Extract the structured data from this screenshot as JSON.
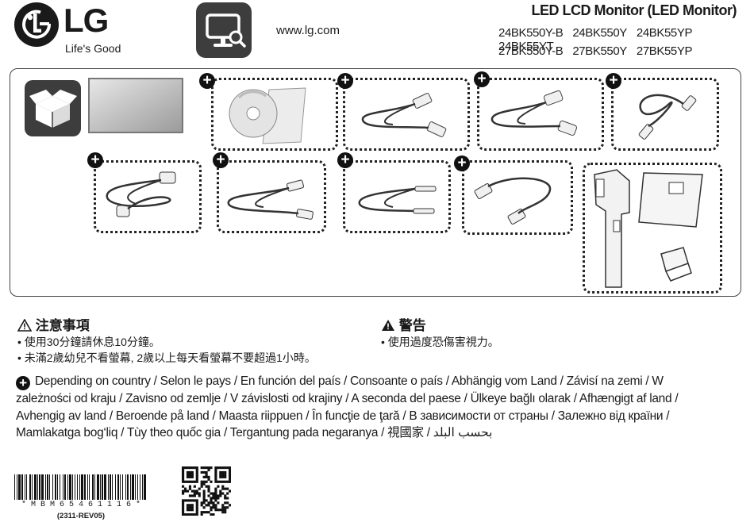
{
  "header": {
    "logo_text": "LG",
    "tagline": "Life's Good",
    "website": "www.lg.com",
    "product_title": "LED LCD Monitor (LED Monitor)",
    "models_row1": [
      "24BK550Y-B",
      "24BK550Y",
      "24BK55YP",
      "24BK55YT"
    ],
    "models_row2": [
      "27BK550Y-B",
      "27BK550Y",
      "27BK55YP"
    ]
  },
  "optional_marker": "+",
  "caution": {
    "title": "注意事項",
    "items": [
      "• 使用30分鐘請休息10分鐘。",
      "• 未滿2歲幼兒不看螢幕, 2歲以上每天看螢幕不要超過1小時。"
    ]
  },
  "warning": {
    "title": "警告",
    "items": [
      "• 使用過度恐傷害視力。"
    ]
  },
  "country_note": "Depending on country / Selon le pays / En función del país / Consoante o país / Abhängig vom Land / Závisí na zemi / W zależności od kraju / Zavisno od zemlje / V závislosti od krajiny / A seconda del paese / Ülkeye bağlı olarak / Afhængigt af land / Avhengig av land / Beroende på land / Maasta riippuen / În funcţie de ţară / В зависимости от страны / Залежно від країни / Mamlakatga bog‘liq / Tùy theo quốc gia / Tergantung pada negaranya / 視國家 / بحسب البلد",
  "barcode_text": "* M B M 6 5 4 6 1 1 1 6 *",
  "revision": "(2311-REV05)",
  "colors": {
    "dark": "#1a1a1a",
    "icon_box": "#3d3d3d"
  },
  "icons": [
    "lg-logo-icon",
    "monitor-search-icon",
    "box-open-icon",
    "monitor-panel-icon",
    "cd-manual-icon",
    "dvi-cable-icon",
    "d-sub-cable-icon",
    "usb-cable-icon",
    "power-cord-icon",
    "hdmi-cable-icon",
    "audio-cable-icon",
    "displayport-cable-icon",
    "stand-icon",
    "qr-code-icon",
    "barcode-icon"
  ]
}
